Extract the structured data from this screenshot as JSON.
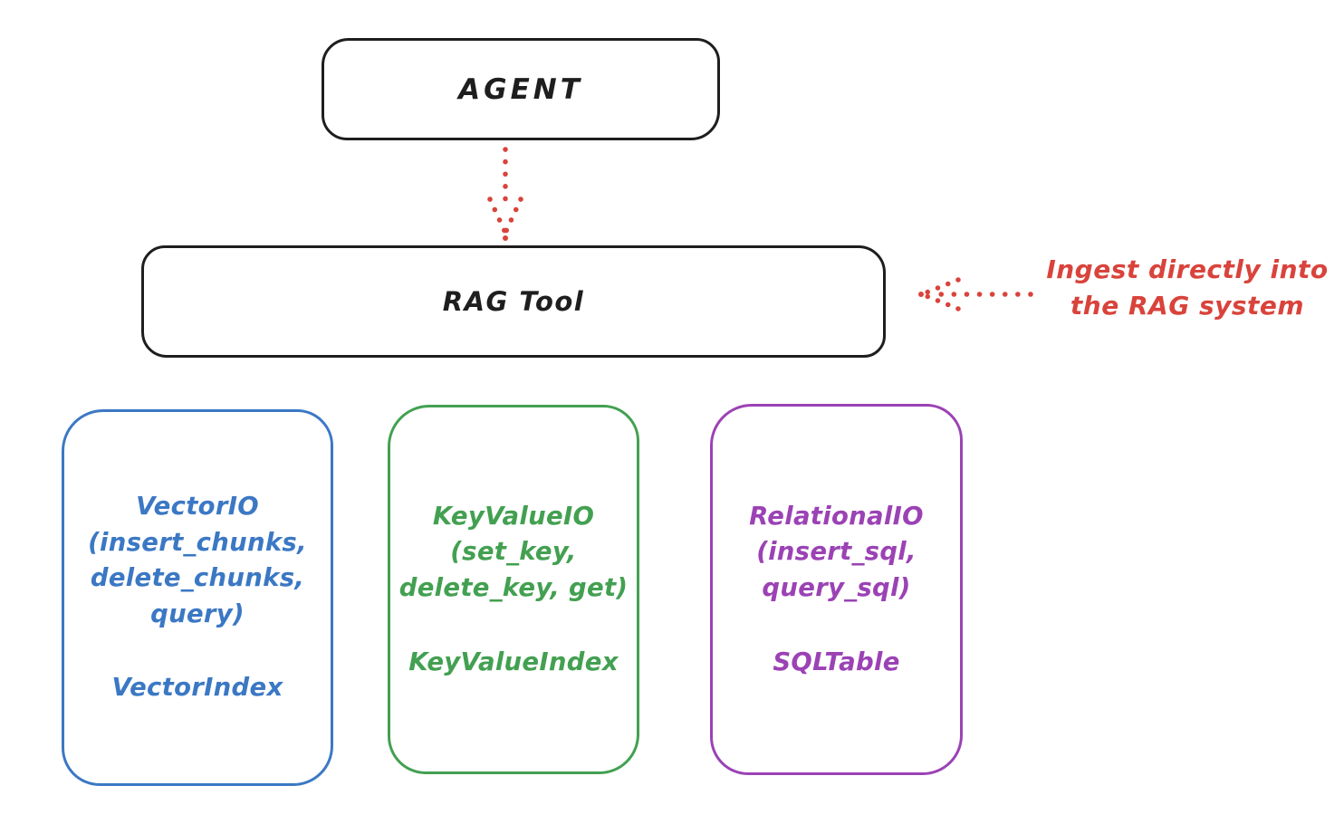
{
  "diagram": {
    "agent": {
      "label": "AGENT"
    },
    "rag_tool": {
      "label": "RAG Tool"
    },
    "annotation": {
      "line1": "Ingest directly into",
      "line2": "the RAG system"
    },
    "arrows": [
      {
        "name": "agent-to-rag-tool",
        "style": "dotted",
        "direction": "down"
      },
      {
        "name": "ingest-into-rag-system",
        "style": "dotted",
        "direction": "left"
      }
    ],
    "io_boxes": [
      {
        "lines": [
          "VectorIO",
          "(insert_chunks,",
          "delete_chunks,",
          "query)"
        ],
        "index_label": "VectorIndex",
        "color": "#3b78c4"
      },
      {
        "lines": [
          "KeyValueIO",
          "(set_key,",
          "delete_key, get)"
        ],
        "index_label": "KeyValueIndex",
        "color": "#43a051"
      },
      {
        "lines": [
          "RelationalIO",
          "(insert_sql,",
          "query_sql)"
        ],
        "index_label": "SQLTable",
        "color": "#9b42b5"
      }
    ],
    "colors": {
      "stroke": "#1e1e1e",
      "accent_red": "#d9433b",
      "background": "#ffffff"
    }
  }
}
